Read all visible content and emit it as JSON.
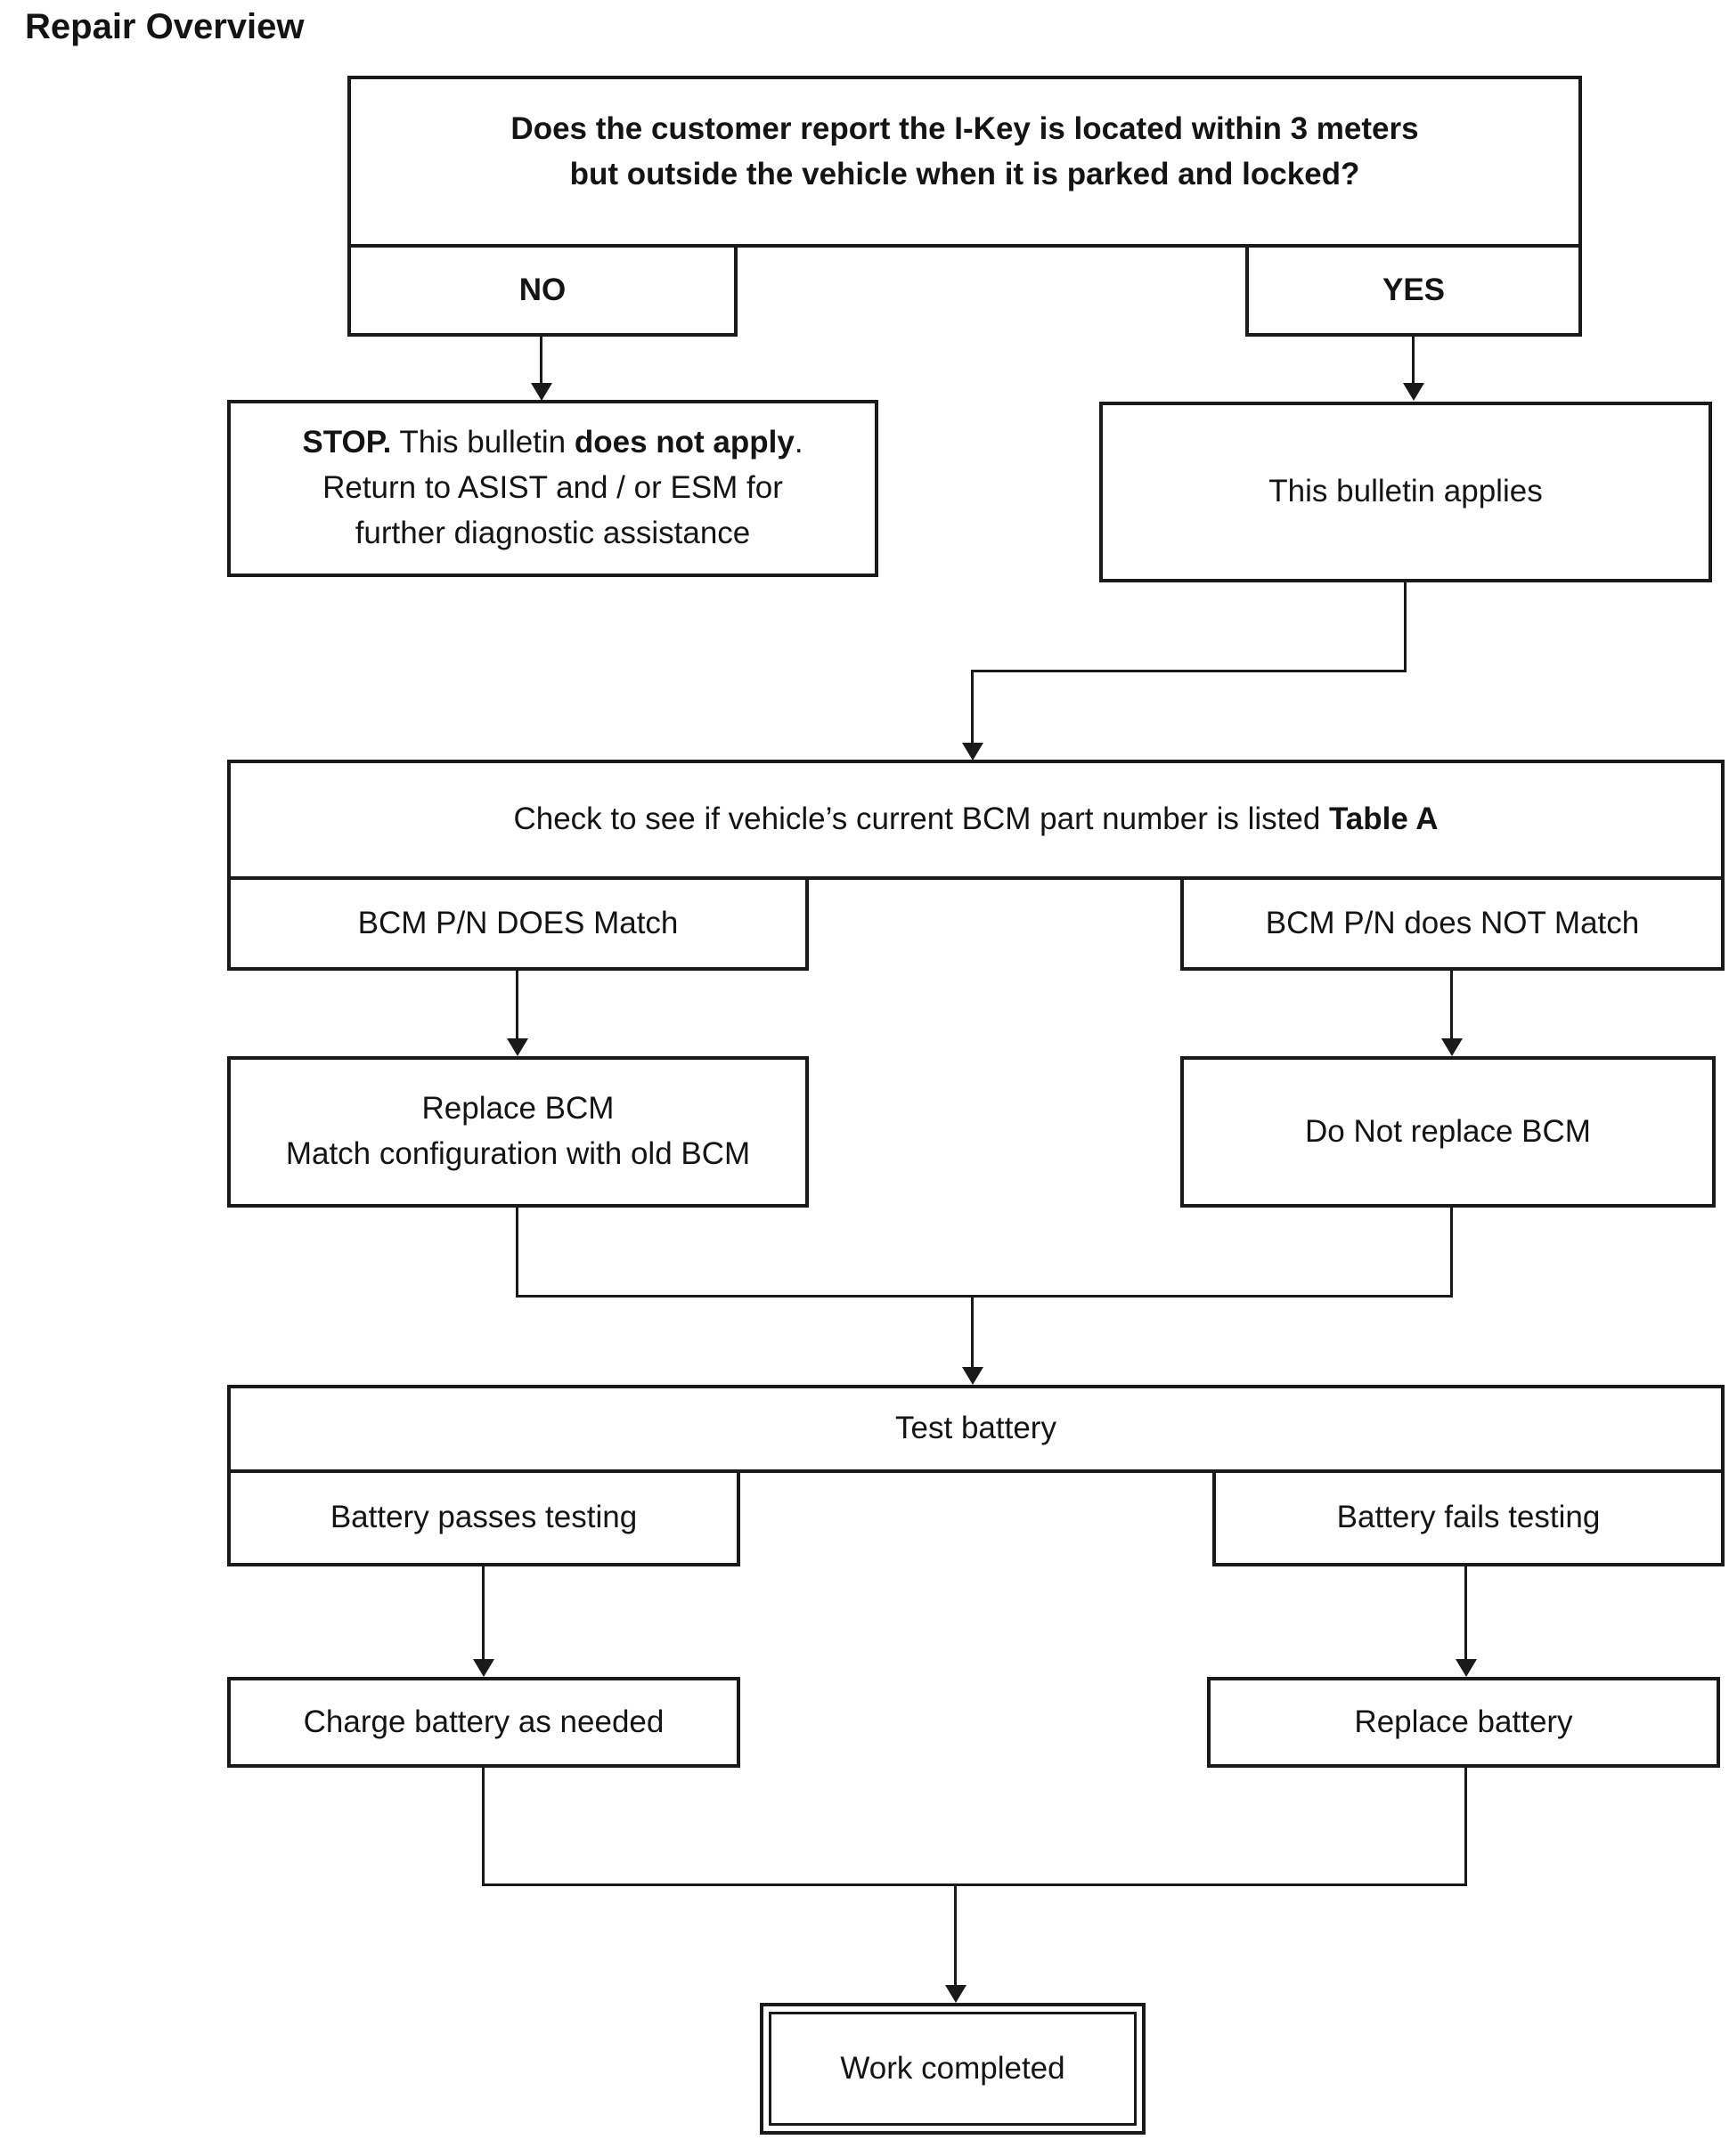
{
  "title": "Repair Overview",
  "colors": {
    "ink": "#1a1a1a",
    "background": "#ffffff"
  },
  "flow": {
    "question": {
      "line1": "Does the customer report the I-Key is located within 3 meters",
      "line2": "but outside the vehicle when it is parked and locked?"
    },
    "no_label": "NO",
    "yes_label": "YES",
    "stop": {
      "bold1": "STOP.",
      "text1": " This bulletin ",
      "bold2": "does not apply",
      "text2": ".",
      "line2": "Return to ASIST and / or ESM for",
      "line3": "further diagnostic assistance"
    },
    "applies": "This bulletin applies",
    "check": {
      "text": "Check to see if vehicle’s current BCM part number is listed ",
      "bold": "Table A"
    },
    "does_match": "BCM P/N DOES Match",
    "not_match": "BCM P/N does NOT Match",
    "replace_bcm": {
      "line1": "Replace BCM",
      "line2": "Match configuration with old BCM"
    },
    "do_not_replace": "Do Not replace BCM",
    "test_battery": "Test battery",
    "battery_passes": "Battery passes testing",
    "battery_fails": "Battery fails testing",
    "charge_battery": "Charge battery as needed",
    "replace_battery": "Replace battery",
    "work_completed": "Work completed"
  }
}
